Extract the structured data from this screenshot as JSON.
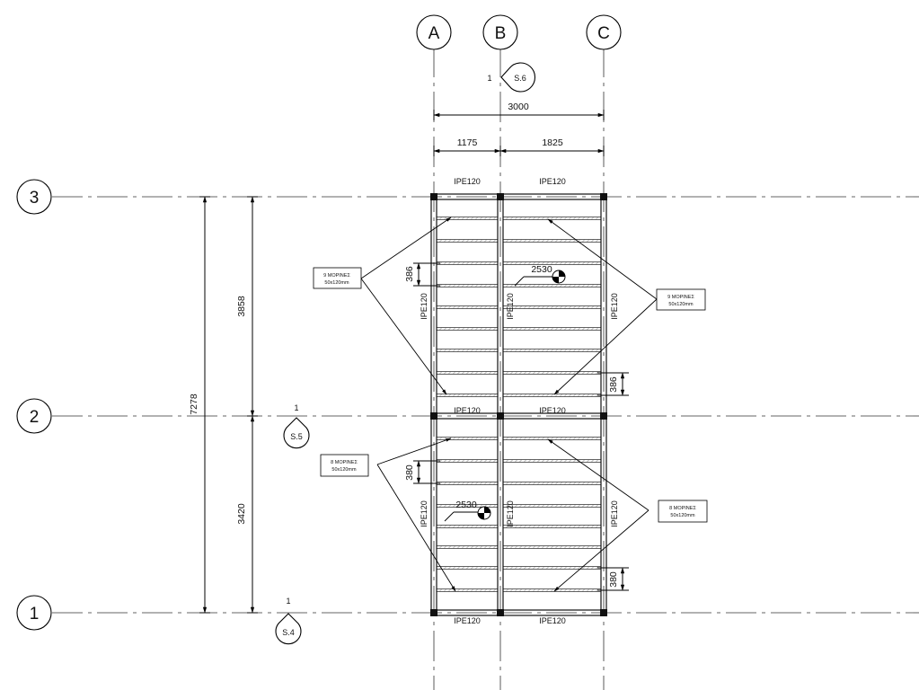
{
  "grid": {
    "columns": [
      "A",
      "B",
      "C"
    ],
    "rows": [
      "3",
      "2",
      "1"
    ]
  },
  "dimensions": {
    "overall_width": "3000",
    "bay_ab": "1175",
    "bay_bc": "1825",
    "overall_height": "7278",
    "bay_upper": "3858",
    "bay_lower": "3420",
    "spacing_upper_left": "386",
    "spacing_upper_right": "386",
    "spacing_lower_left": "380",
    "spacing_lower_right": "380",
    "level_upper": "2530",
    "level_lower": "2530"
  },
  "beams": {
    "top_ab": "IPE120",
    "top_bc": "IPE120",
    "mid_ab": "IPE120",
    "mid_bc": "IPE120",
    "bot_ab": "IPE120",
    "bot_bc": "IPE120",
    "vert_a_upper": "IPE120",
    "vert_b_upper": "IPE120",
    "vert_c_upper": "IPE120",
    "vert_a_lower": "IPE120",
    "vert_b_lower": "IPE120",
    "vert_c_lower": "IPE120"
  },
  "notes": {
    "upper_left": {
      "line1": "9 ΜΟΡΙΝΕΣ",
      "line2": "50x120mm"
    },
    "upper_right": {
      "line1": "9 ΜΟΡΙΝΕΣ",
      "line2": "50x120mm"
    },
    "lower_left": {
      "line1": "8 ΜΟΡΙΝΕΣ",
      "line2": "50x120mm"
    },
    "lower_right": {
      "line1": "8 ΜΟΡΙΝΕΣ",
      "line2": "50x120mm"
    }
  },
  "sections": [
    {
      "number": "1",
      "sheet": "S.6"
    },
    {
      "number": "1",
      "sheet": "S.5"
    },
    {
      "number": "1",
      "sheet": "S.4"
    }
  ]
}
